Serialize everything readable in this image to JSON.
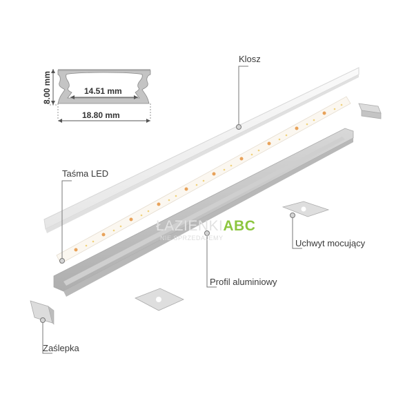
{
  "cross_section": {
    "height": "8.00 mm",
    "inner_width": "14.51 mm",
    "outer_width": "18.80 mm"
  },
  "labels": {
    "cover": "Klosz",
    "led_strip": "Taśma LED",
    "profile": "Profil aluminiowy",
    "mounting_clip": "Uchwyt mocujący",
    "end_cap": "Zaślepka"
  },
  "watermark": {
    "brand_left": "ŁAZIENKI",
    "brand_right": "ABC",
    "tagline": "NIE SPRZEDAJEMY",
    "accent_color": "#8cc63f"
  },
  "colors": {
    "line": "#777777",
    "profile_fill": "#c8c8c8",
    "cover_fill": "#f4f4f4",
    "led_amber": "#e8a25a"
  }
}
